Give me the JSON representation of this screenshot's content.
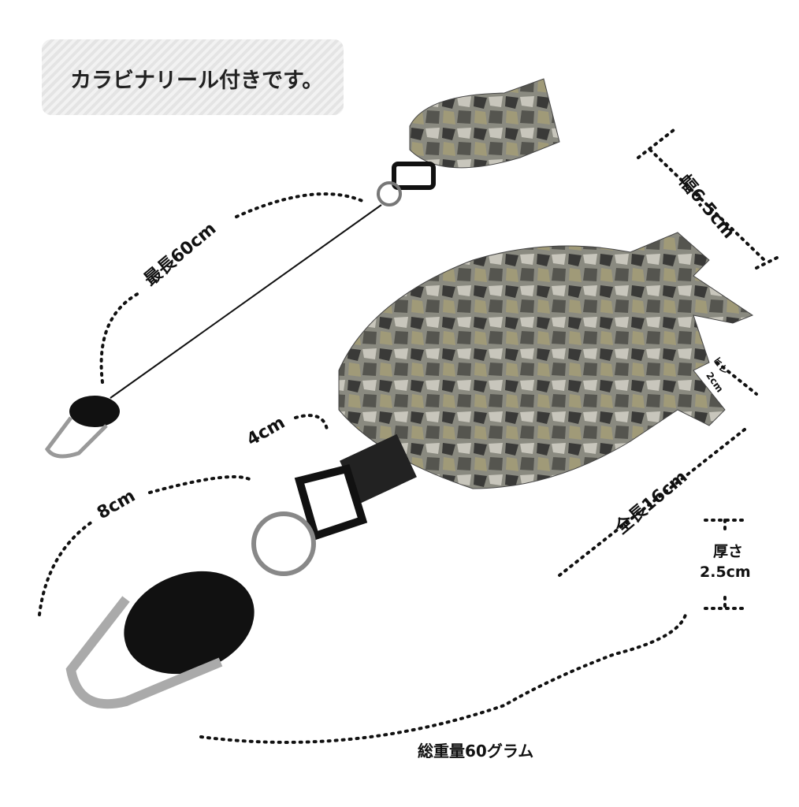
{
  "banner": {
    "text": "カラビナリール付きです。"
  },
  "labels": {
    "max_length": "最長60cm",
    "width": "幅6.5cm",
    "fin": "ヒレ",
    "fin_size": "2cm",
    "tab": "4cm",
    "reel": "8cm",
    "total_length": "全長16cm",
    "thickness": "厚さ",
    "thickness_value": "2.5cm",
    "weight": "総重量60グラム"
  },
  "colors": {
    "pattern_dark": "#3a3a38",
    "pattern_mid": "#8a8a80",
    "pattern_light": "#c8c6bc",
    "reel": "#111111"
  }
}
